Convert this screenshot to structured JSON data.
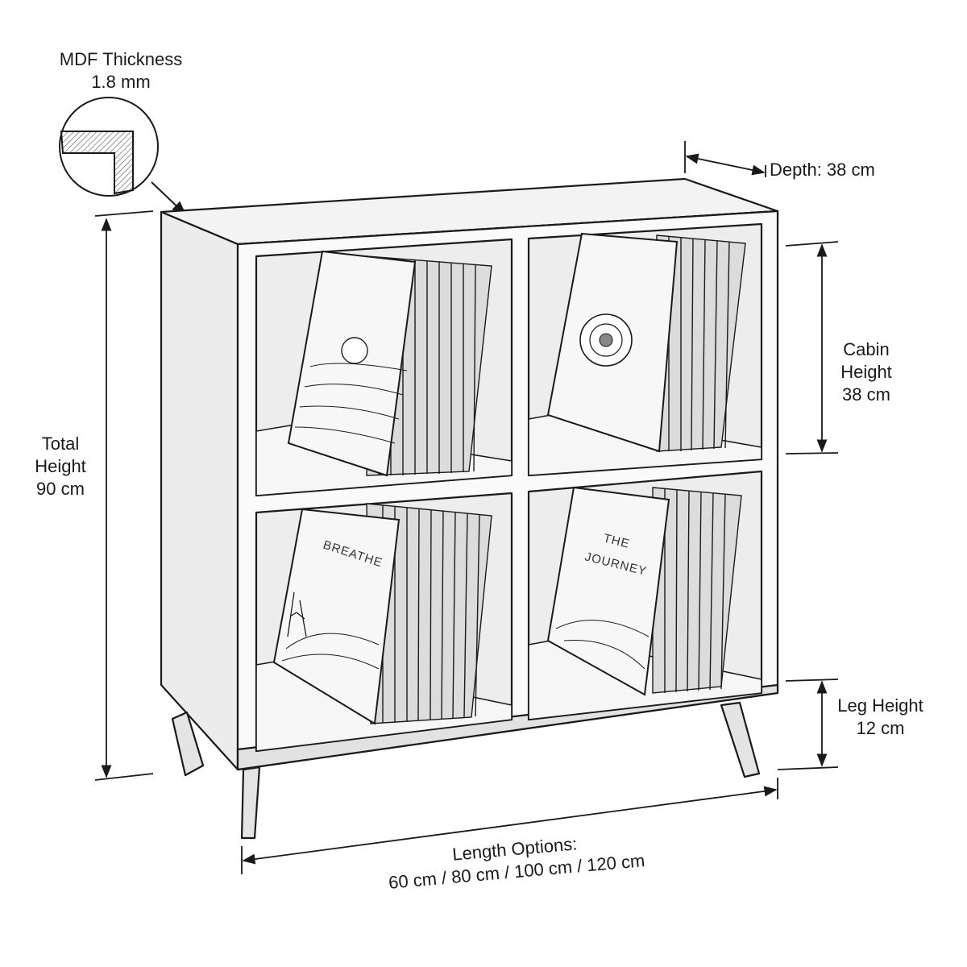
{
  "labels": {
    "mdf": {
      "line1": "MDF Thickness",
      "line2": "1.8 mm"
    },
    "depth": "Depth: 38 cm",
    "total_height": {
      "line1": "Total",
      "line2": "Height",
      "line3": "90 cm"
    },
    "cabin_height": {
      "line1": "Cabin",
      "line2": "Height",
      "line3": "38 cm"
    },
    "leg_height": {
      "line1": "Leg Height",
      "line2": "12 cm"
    },
    "length": {
      "line1": "Length Options:",
      "line2": "60 cm / 80 cm / 100 cm / 120 cm"
    }
  },
  "covers": {
    "bottom_left_title": "BREATHE",
    "bottom_right_title_1": "THE",
    "bottom_right_title_2": "JOURNEY"
  },
  "colors": {
    "ink": "#1a1a1a",
    "paper": "#ffffff",
    "shade": "#e6e6e6"
  }
}
